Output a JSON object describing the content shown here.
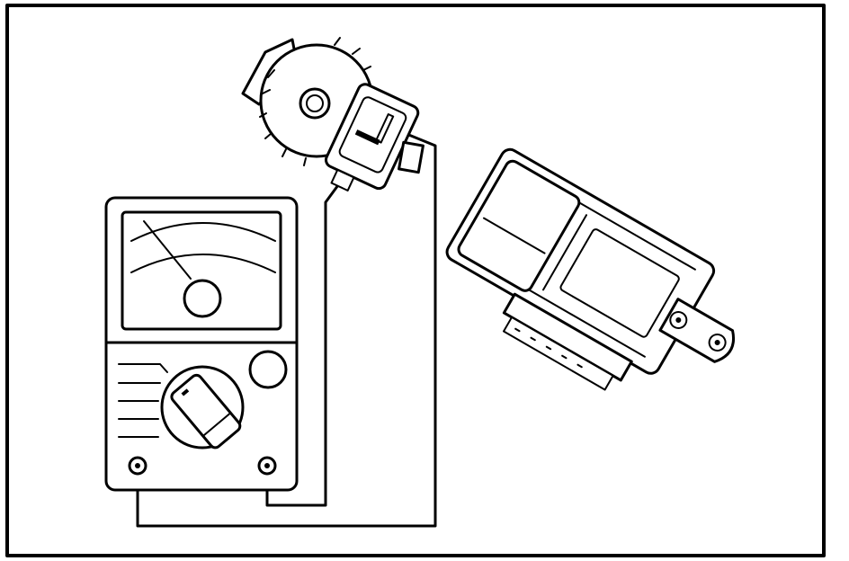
{
  "diagram": {
    "description_labels": [],
    "colors": {
      "ink": "#000000",
      "paper": "#ffffff"
    },
    "components": {
      "multimeter": "analog-multimeter",
      "sensor": "sensor-with-connector",
      "module": "ignition-module"
    }
  }
}
